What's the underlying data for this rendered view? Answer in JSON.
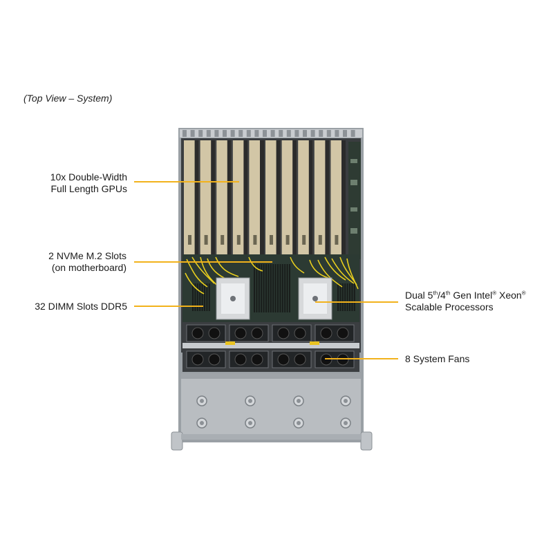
{
  "caption": "(Top View – System)",
  "labels": {
    "gpus_line1": "10x Double-Width",
    "gpus_line2": "Full Length GPUs",
    "nvme_line1": "2 NVMe M.2 Slots",
    "nvme_line2": "(on motherboard)",
    "dimm": "32 DIMM Slots DDR5",
    "cpu_dual": "Dual 5",
    "cpu_th1": "th",
    "cpu_slash": "/4",
    "cpu_th2": "th",
    "cpu_gen": " Gen Intel",
    "cpu_reg1": "®",
    "cpu_xeon": " Xeon",
    "cpu_reg2": "®",
    "cpu_line2": "Scalable Processors",
    "fans": "8 System Fans"
  },
  "colors": {
    "callout": "#f2b21b",
    "gpu_card": "#d2c6a6",
    "gpu_bracket": "#2b2b2b",
    "chassis": "#bfc3c7",
    "cable": "#e9cf1e"
  },
  "icons": {
    "processor": "heatsink-icon",
    "fan": "fan-icon"
  }
}
